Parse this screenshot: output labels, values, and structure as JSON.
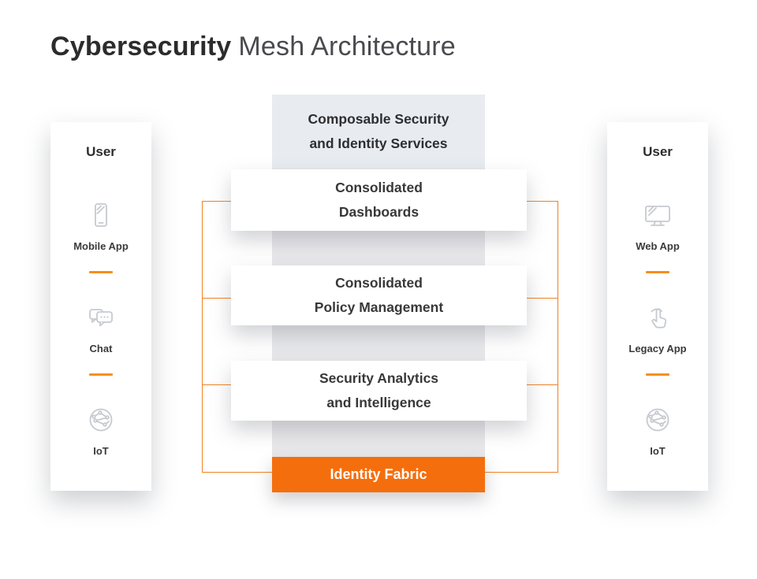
{
  "title": {
    "bold": "Cybersecurity",
    "regular": "Mesh Architecture"
  },
  "left_panel": {
    "heading": "User",
    "items": [
      {
        "icon": "mobile-icon",
        "label": "Mobile App"
      },
      {
        "icon": "chat-icon",
        "label": "Chat"
      },
      {
        "icon": "iot-globe-icon",
        "label": "IoT"
      }
    ]
  },
  "right_panel": {
    "heading": "User",
    "items": [
      {
        "icon": "monitor-icon",
        "label": "Web App"
      },
      {
        "icon": "tap-hand-icon",
        "label": "Legacy App"
      },
      {
        "icon": "iot-globe-icon",
        "label": "IoT"
      }
    ]
  },
  "center": {
    "top_box": {
      "line1": "Composable Security",
      "line2": "and Identity Services"
    },
    "layers": [
      {
        "line1": "Consolidated",
        "line2": "Dashboards"
      },
      {
        "line1": "Consolidated",
        "line2": "Policy Management"
      },
      {
        "line1": "Security Analytics",
        "line2": "and Intelligence"
      }
    ],
    "bottom_box": {
      "label": "Identity Fabric"
    }
  },
  "colors": {
    "accent_orange": "#f56e0d",
    "frame_orange": "#ef8224",
    "divider_orange": "#f78f1e",
    "band_gray": "#e8e8eb",
    "top_box_gray": "#e8ecf1",
    "text_dark": "#2d2d30"
  }
}
